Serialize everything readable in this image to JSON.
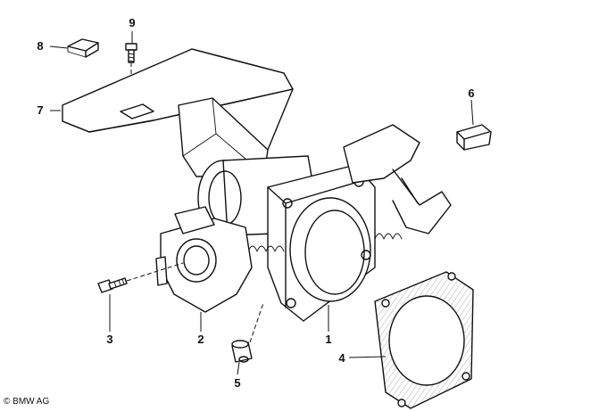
{
  "callouts": {
    "c1": "1",
    "c2": "2",
    "c3": "3",
    "c4": "4",
    "c5": "5",
    "c6": "6",
    "c7": "7",
    "c8": "8",
    "c9": "9"
  },
  "copyright": "© BMW AG"
}
